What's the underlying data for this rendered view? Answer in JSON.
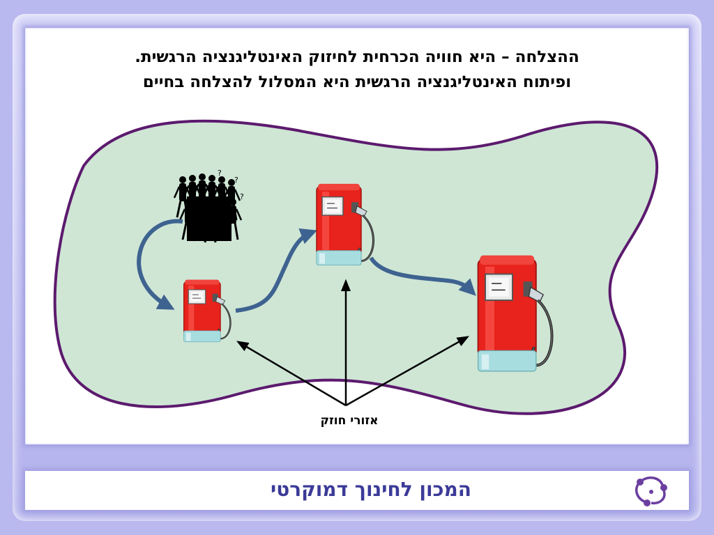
{
  "slide": {
    "title_line1": "ההצלחה – היא חוויה הכרחית לחיזוק האינטליגנציה הרגשית.",
    "title_line2": "ופיתוח האינטליגנציה הרגשית היא המסלול להצלחה בחיים"
  },
  "diagram": {
    "label": "אזורי חוזק",
    "icons": [
      "crowd-icon",
      "fuel-pump-icon",
      "curved-arrow-icon",
      "logo-icon"
    ]
  },
  "footer": {
    "institute_name": "המכון לחינוך דמוקרטי"
  },
  "colors": {
    "background": "#b9b8ef",
    "blob_fill": "#cfe6d5",
    "blob_stroke": "#5c1a6e",
    "pump_red": "#e8221c",
    "pump_base": "#a8dde0",
    "arrow_blue": "#3e6390",
    "footer_text": "#3b3a98",
    "logo_purple": "#6b3fa0"
  }
}
